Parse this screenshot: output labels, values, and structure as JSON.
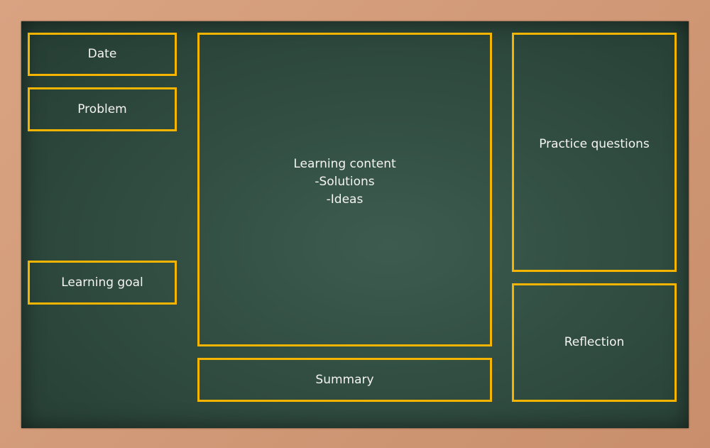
{
  "boxes": {
    "date": "Date",
    "problem": "Problem",
    "learning_goal": "Learning goal",
    "learning_content": [
      "Learning content",
      "-Solutions",
      "-Ideas"
    ],
    "summary": "Summary",
    "practice_questions": "Practice questions",
    "reflection": "Reflection"
  },
  "colors": {
    "frame": "#d29a7a",
    "board": "#2f4a3f",
    "outline": "#f4b400",
    "text": "#f4f4f0"
  }
}
